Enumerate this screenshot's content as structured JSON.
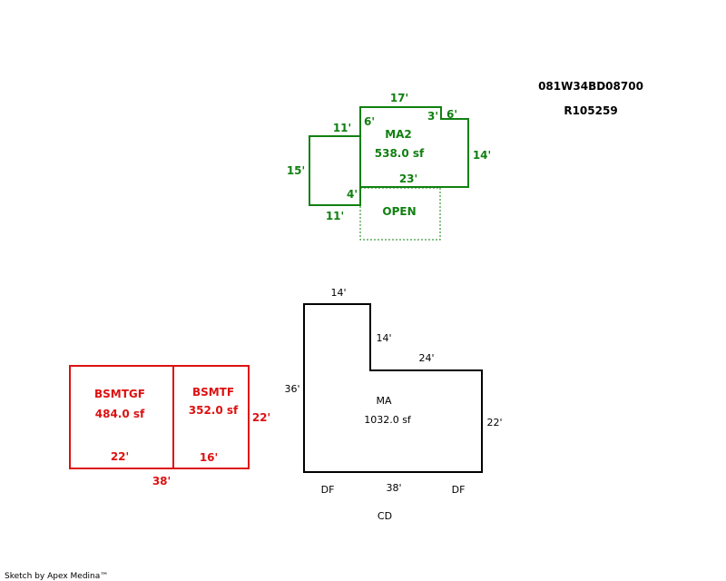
{
  "header": {
    "parcel_id": "081W34BD08700",
    "account_id": "R105259"
  },
  "colors": {
    "ma2": "#118011",
    "basement": "#dd1111",
    "ma": "#000000"
  },
  "ma2": {
    "label": "MA2",
    "area": "538.0 sf",
    "dims": {
      "top": "17'",
      "left_step_top": "11'",
      "inner_step": "6'",
      "notch_left": "3'",
      "notch_right": "6'",
      "right": "14'",
      "left": "15'",
      "bottom": "23'",
      "small_step": "4'",
      "bottom_left": "11'"
    },
    "open_label": "OPEN"
  },
  "basement": {
    "bsmtgf": {
      "label": "BSMTGF",
      "area": "484.0 sf",
      "width": "22'"
    },
    "bsmtf": {
      "label": "BSMTF",
      "area": "352.0 sf",
      "width": "16'"
    },
    "height": "22'",
    "total_width": "38'"
  },
  "ma": {
    "label": "MA",
    "area": "1032.0 sf",
    "dims": {
      "top": "14'",
      "inner_vertical": "14'",
      "inner_horizontal": "24'",
      "left": "36'",
      "right": "22'",
      "bottom": "38'"
    },
    "df_left": "DF",
    "df_right": "DF",
    "cd": "CD"
  },
  "footer": {
    "credit": "Sketch by Apex Medina™"
  }
}
